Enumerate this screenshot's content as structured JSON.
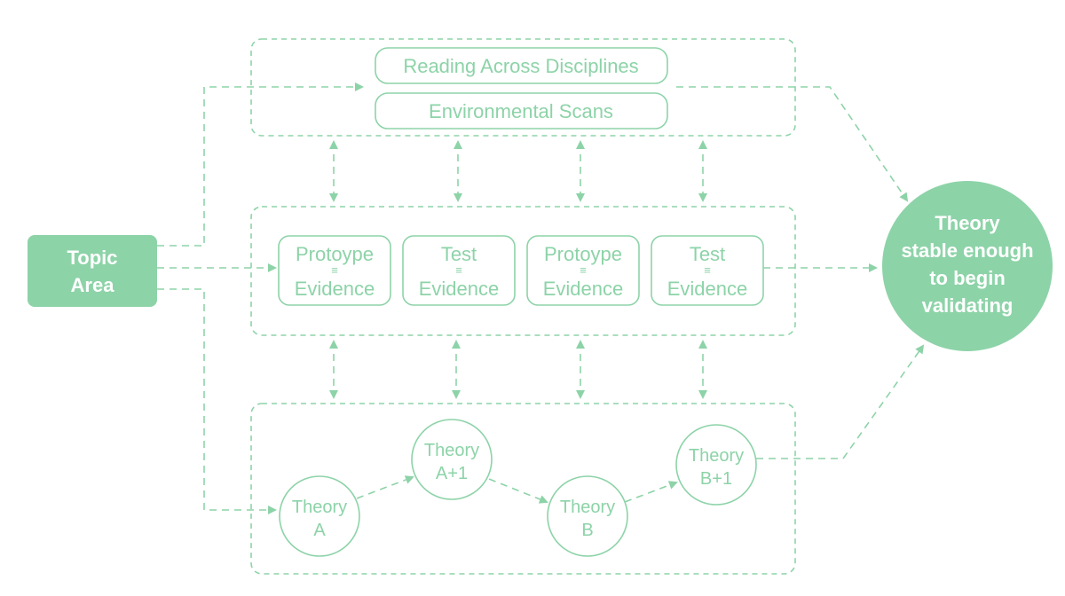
{
  "colors": {
    "accent": "#8dd3a8",
    "background": "#ffffff"
  },
  "topic": {
    "line1": "Topic",
    "line2": "Area"
  },
  "reading": {
    "label": "Reading Across Disciplines"
  },
  "scans": {
    "label": "Environmental Scans"
  },
  "evidence_nodes": [
    {
      "line1": "Protoype",
      "sep": "≡",
      "line2": "Evidence"
    },
    {
      "line1": "Test",
      "sep": "≡",
      "line2": "Evidence"
    },
    {
      "line1": "Protoype",
      "sep": "≡",
      "line2": "Evidence"
    },
    {
      "line1": "Test",
      "sep": "≡",
      "line2": "Evidence"
    }
  ],
  "theories": [
    {
      "line1": "Theory",
      "line2": "A"
    },
    {
      "line1": "Theory",
      "line2": "A+1"
    },
    {
      "line1": "Theory",
      "line2": "B"
    },
    {
      "line1": "Theory",
      "line2": "B+1"
    }
  ],
  "outcome": {
    "line1": "Theory",
    "line2": "stable enough",
    "line3": "to begin",
    "line4": "validating"
  }
}
